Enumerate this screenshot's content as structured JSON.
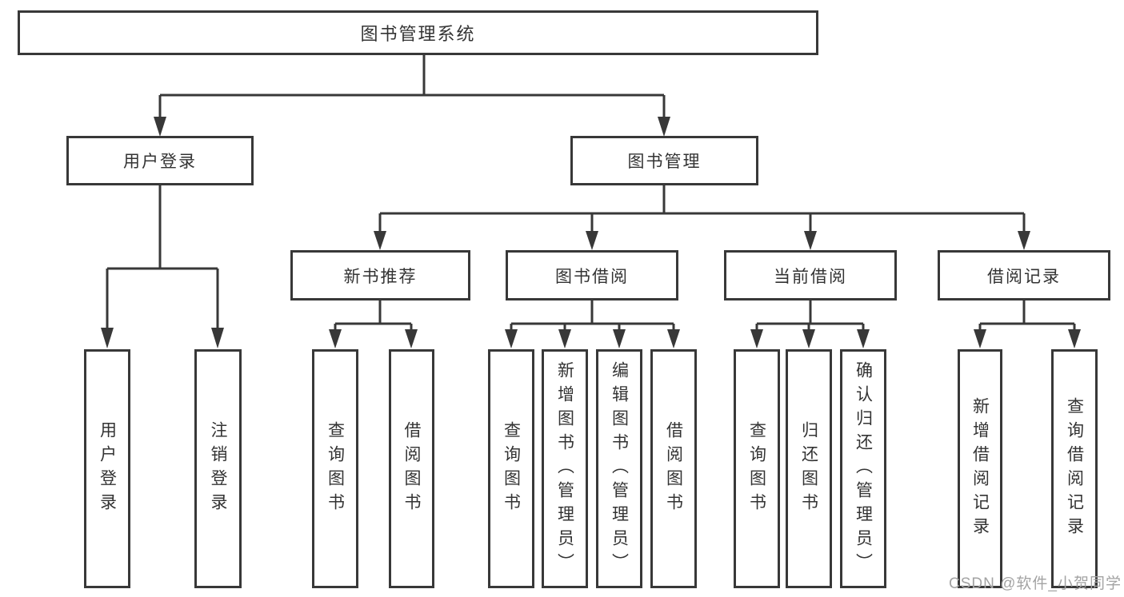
{
  "colors": {
    "line": "#383838",
    "text": "#333333",
    "watermark": "#a3a3a3",
    "background": "#ffffff"
  },
  "tree": {
    "root": "图书管理系统",
    "children": [
      {
        "label": "用户登录",
        "children": [
          "用户登录",
          "注销登录"
        ]
      },
      {
        "label": "图书管理",
        "children": [
          {
            "label": "新书推荐",
            "children": [
              "查询图书",
              "借阅图书"
            ]
          },
          {
            "label": "图书借阅",
            "children": [
              "查询图书",
              "新增图书（管理员）",
              "编辑图书（管理员）",
              "借阅图书"
            ]
          },
          {
            "label": "当前借阅",
            "children": [
              "查询图书",
              "归还图书",
              "确认归还（管理员）"
            ]
          },
          {
            "label": "借阅记录",
            "children": [
              "新增借阅记录",
              "查询借阅记录"
            ]
          }
        ]
      }
    ]
  },
  "watermark": {
    "text": "CSDN @软件_小贺同学"
  }
}
